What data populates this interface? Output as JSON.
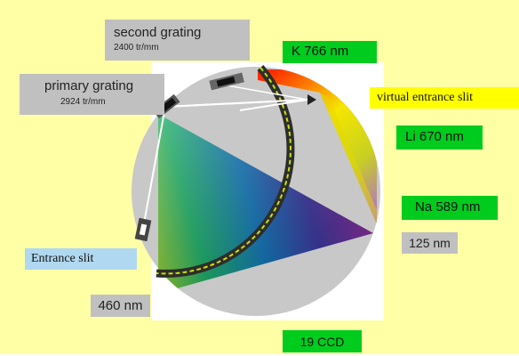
{
  "labels": {
    "second_grating": "second grating",
    "second_grating_lines": "2400 tr/mm",
    "primary_grating": "primary grating",
    "primary_grating_lines": "2924 tr/mm",
    "k_line": "K 766 nm",
    "virtual_slit": "virtual entrance slit",
    "li_line": "Li 670 nm",
    "na_line": "Na 589 nm",
    "nm125": "125 nm",
    "entrance_slit": "Entrance slit",
    "nm460": "460 nm",
    "ccd": "19 CCD"
  },
  "colors": {
    "background": "#ffffa6",
    "box_gray": "#c0c0c0",
    "box_green": "#00cc1e",
    "box_yellow": "#ffff00",
    "box_blue": "#b0d8f0",
    "rowland_circle": "#c8c8c8",
    "detector_band": "#2d2d2d",
    "ccd_dashes": "#d8e000"
  }
}
